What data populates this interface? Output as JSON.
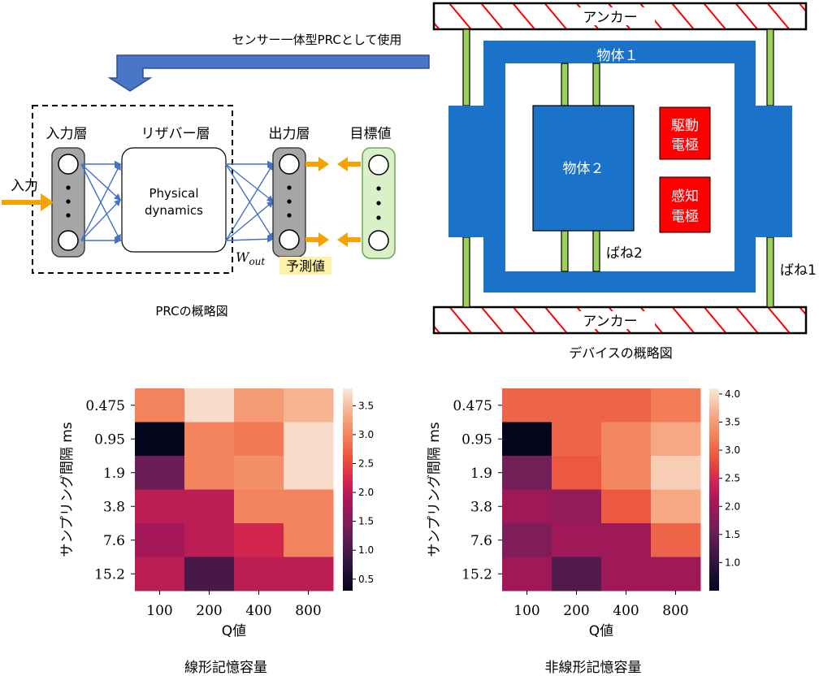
{
  "prc": {
    "top_arrow_label": "センサー一体型PRCとして使用",
    "input_layer": "入力層",
    "reservoir_layer": "リザバー層",
    "output_layer": "出力層",
    "target_layer": "目標値",
    "input_label": "入力",
    "physical_line1": "Physical",
    "physical_line2": "dynamics",
    "wout_base": "W",
    "wout_sub": "out",
    "prediction_label": "予測値",
    "caption": "PRCの概略図"
  },
  "device": {
    "anchor_top": "アンカー",
    "anchor_bottom": "アンカー",
    "mass1": "物体１",
    "mass2": "物体２",
    "drive_electrode": [
      "駆動",
      "電極"
    ],
    "sense_electrode": [
      "感知",
      "電極"
    ],
    "spring2": "ばね2",
    "spring1": "ばね1",
    "caption": "デバイスの概略図"
  },
  "colors": {
    "device_blue": "#1a73c9",
    "electrode_red": "#ff0000",
    "spring_green": "#9bd15a",
    "target_fill": "#d9f0c8",
    "highlight_yellow": "#fff2a8",
    "arrow_orange": "#f4a300",
    "net_blue": "#4472c4"
  },
  "chart_data": [
    {
      "type": "heatmap",
      "title": "線形記憶容量",
      "xlabel": "Q値",
      "ylabel": "サンプリング間隔 ms",
      "x_categories": [
        "100",
        "200",
        "400",
        "800"
      ],
      "y_categories": [
        "0.475",
        "0.95",
        "1.9",
        "3.8",
        "7.6",
        "15.2"
      ],
      "values": [
        [
          3.0,
          3.7,
          3.2,
          3.4
        ],
        [
          0.3,
          3.0,
          2.9,
          3.7
        ],
        [
          1.3,
          3.0,
          3.1,
          3.7
        ],
        [
          2.0,
          2.0,
          3.0,
          3.0
        ],
        [
          1.8,
          2.0,
          2.2,
          3.0
        ],
        [
          2.0,
          1.0,
          2.0,
          2.0
        ]
      ],
      "colorbar_ticks": [
        "0.5",
        "1.0",
        "1.5",
        "2.0",
        "2.5",
        "3.0",
        "3.5"
      ],
      "colorbar_range": [
        0.3,
        3.8
      ]
    },
    {
      "type": "heatmap",
      "title": "非線形記憶容量",
      "xlabel": "Q値",
      "ylabel": "サンプリング間隔 ms",
      "x_categories": [
        "100",
        "200",
        "400",
        "800"
      ],
      "y_categories": [
        "0.475",
        "0.95",
        "1.9",
        "3.8",
        "7.6",
        "15.2"
      ],
      "values": [
        [
          3.0,
          3.0,
          3.0,
          3.2
        ],
        [
          0.5,
          3.0,
          3.3,
          3.6
        ],
        [
          1.6,
          2.9,
          3.3,
          3.9
        ],
        [
          2.0,
          1.9,
          2.9,
          3.6
        ],
        [
          1.7,
          2.0,
          2.0,
          3.0
        ],
        [
          2.0,
          1.3,
          2.0,
          2.0
        ]
      ],
      "colorbar_ticks": [
        "1.0",
        "1.5",
        "2.0",
        "2.5",
        "3.0",
        "3.5",
        "4.0"
      ],
      "colorbar_range": [
        0.5,
        4.1
      ]
    }
  ]
}
